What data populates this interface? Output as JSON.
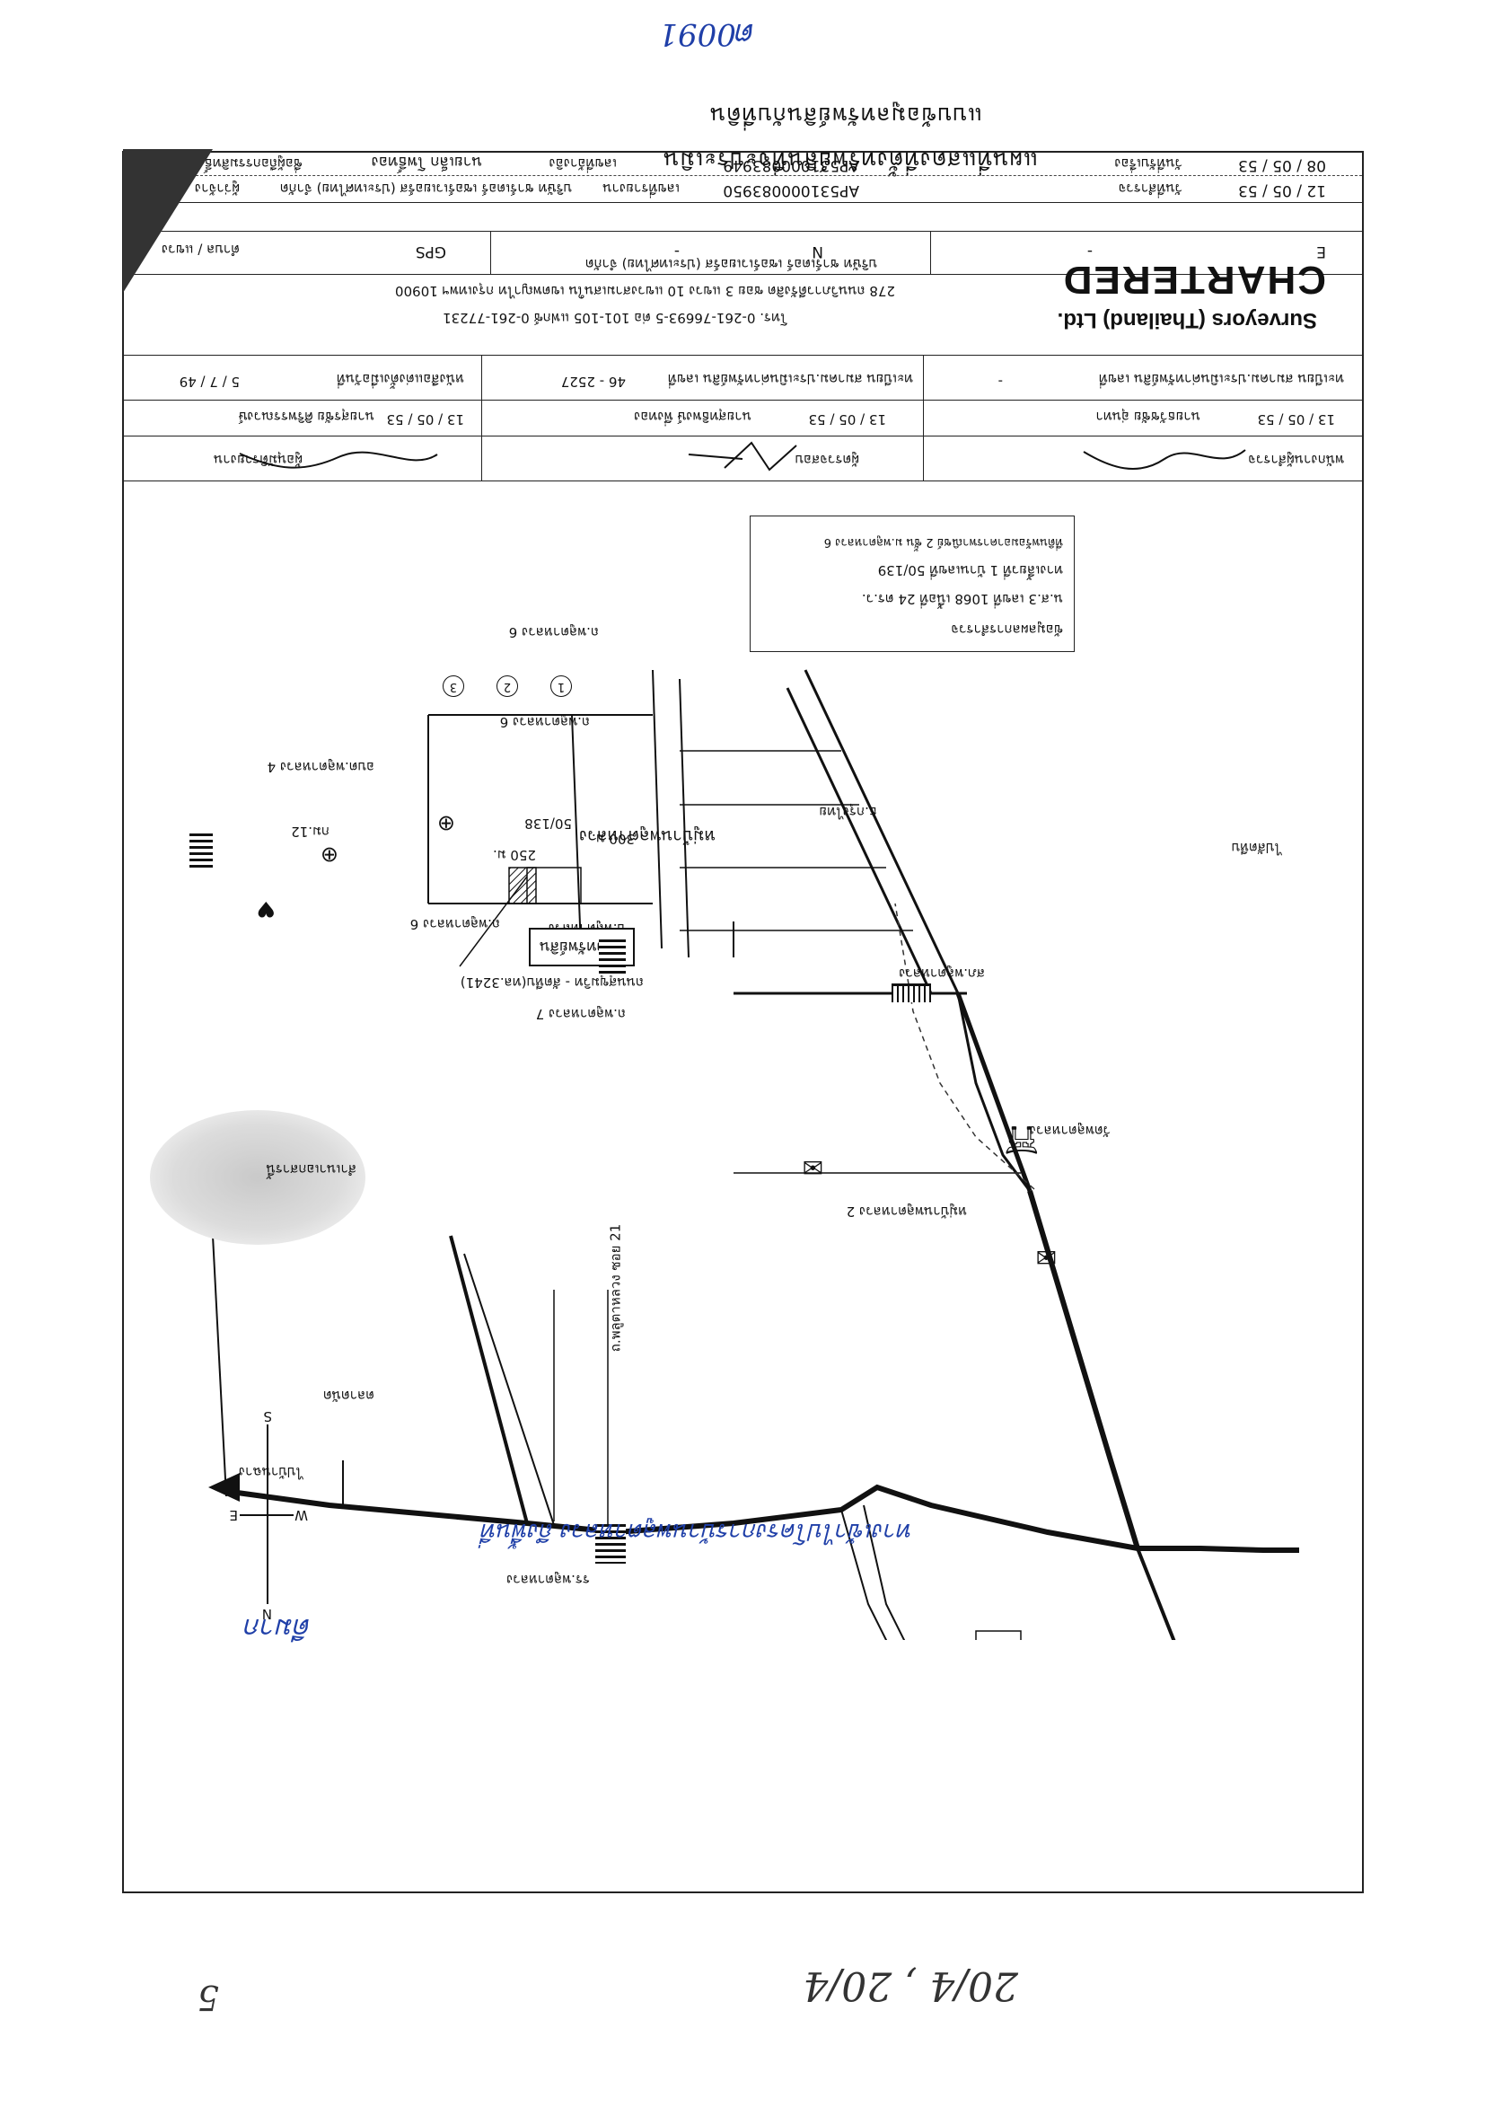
{
  "handwritten": {
    "top_number": "ต0091",
    "bottom_dates": "20/4 , 20/4",
    "bottom_mark": "5",
    "signoff": "ดีมาก",
    "road_note": "ทางเข้าไปโครงการบ้านพลูตาหลวง ถึงพื้นที่"
  },
  "header": {
    "title": "แบบข้อมูลทรัพย์สินกับที่ดิน",
    "subtitle": "แผนที่แสดงที่ตั้งทรัพย์สินที่จะประเมิน"
  },
  "info_rows": {
    "owner_label": "ชื่อผู้ถือกรรมสิทธิ์",
    "owner_value": "นายเล็ก โพธิ์ทอง",
    "ref_label": "เลขที่อ้างอิง",
    "ref_value": "AP531000083949",
    "date_label": "วันที่รับเรื่อง",
    "date_value": "08 / 05 / 53",
    "client_label": "ผู้ว่าจ้าง",
    "client_value": "บริษัท ชาร์เตอร์ เซอร์เวเยอร์ส (ประเทศไทย) จำกัด",
    "report_label": "เลขที่รายงาน",
    "report_value": "AP531000083950",
    "survey_label": "วันที่สำรวจ",
    "survey_value": "12 / 05 / 53",
    "location_label": "ตำบล / แขวง",
    "gps_label": "GPS",
    "n_label": "N",
    "n_value": "-",
    "e_label": "E",
    "e_value": "-"
  },
  "map": {
    "project_name": "หมู่บ้านพลูตาหลวง",
    "sub_project": "หมู่บ้านพลูตาหลวง 2",
    "market": "ตลาดนัด",
    "stamp_text": "สำเนาเอกสารนี้",
    "roads": {
      "main_road": "ถนนสุขุมวิท - สัตหีบ(ทล.3241)",
      "road_right": "ไปบ้านฉาง",
      "road_left": "ไปสัตหีบ",
      "soi_21": "ถ.พลูตาหลวง ซอย 21",
      "soi_6": "ถ.พลูตาหลวง 6",
      "soi_7": "ถ.พลูตาหลวง 7",
      "soi_6b": "ถ.พลูตาหลวง 6",
      "km": "กม.12"
    },
    "places": {
      "school": "รร.พลูตาหลวง",
      "temple": "วัดพลูตาหลวง",
      "police": "สภ.พลูตาหลวง",
      "office": "อบต.พลูตาหลวง 4",
      "post": "ป.พลูตาหลวง",
      "bank": "ธ.กรุงไทย",
      "subject_label": "ที่ตั้งทรัพย์สิน",
      "unit_no": "50/138"
    },
    "distances": {
      "d1": "300 ม.",
      "d2": "250 ม."
    },
    "lots": [
      "1",
      "2",
      "3"
    ],
    "lot_row_label": "ถ.พลูตาหลวง 6",
    "compass": {
      "n": "N",
      "s": "S",
      "e": "E",
      "w": "W"
    },
    "legend": {
      "line1": "ที่ดินพร้อมอาคารพาณิชย์ 2 ชั้น ม.พลูตาหลวง 6",
      "line2": "ทางเลี้ยวที่ 1 บ้านเลขที่ 50/139",
      "line3": "น.ส.3 เลขที่ 1068 เนื้อที่ 24 ตร.ว.",
      "line4": "ข้อมูลผลการสำรวจ"
    }
  },
  "signatures": {
    "surveyor_label": "พนักงานผู้สำรวจ",
    "surveyor_name": "นายธวัชชัย อุ่นทา",
    "surveyor_date": "13 / 05 / 53",
    "checker_label": "ผู้ตรวจสอบ",
    "checker_name": "นายสุทธิพงษ์ พึ่งทอง",
    "checker_date": "13 / 05 / 53",
    "approver_label": "ผู้อนุมัติรายงาน",
    "approver_name": "นายสุรชัย ศิริพรรณวงษ์",
    "approver_date": "13 / 05 / 53",
    "license1_label": "ทะเบียน สมาคม.ประเมินค่าทรัพย์สิน เลขที่",
    "license1_value": "-",
    "license2_label": "ทะเบียน สมาคม.ประเมินค่าทรัพย์สิน เลขที่",
    "license2_value": "46 - 2527",
    "license3_label": "หนังสือแต่งตั้งเมื่อวันที่",
    "license3_value": "5 / 7 / 49"
  },
  "company": {
    "brand": "CHARTERED",
    "brand_sub": "Surveyors (Thailand) Ltd.",
    "name_th": "บริษัท ชาร์เตอร์ เซอร์เวเยอร์ส (ประเทศไทย) จำกัด",
    "address": "278 ถนนวิภาวดีรังสิต ซอย 3 แขวง 10 แขวงสามเสนใน เขตพญาไท กรุงเทพฯ 10900",
    "phone": "โทร. 0-261-76693-5 ต่อ 101-105 แฟกซ์ 0-261-77231"
  }
}
